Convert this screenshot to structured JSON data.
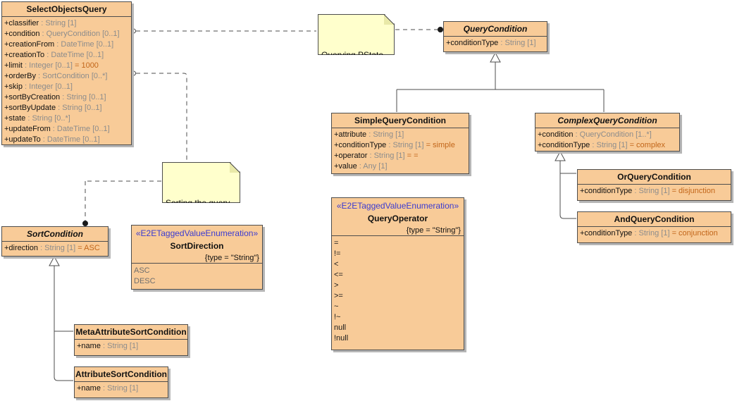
{
  "colors": {
    "class_fill": "#F8CB98",
    "note_fill": "#FFFFCC",
    "border": "#4D4D4D",
    "type_text": "#8C8C8C",
    "default_value_text": "#C2661A",
    "stereotype_text": "#3B3BD1"
  },
  "classes": [
    {
      "name": "SelectObjectsQuery",
      "abstract": false,
      "attributes": [
        {
          "n": "+classifier",
          "t": " : String [1]",
          "d": ""
        },
        {
          "n": "+condition",
          "t": " : QueryCondition [0..1]",
          "d": ""
        },
        {
          "n": "+creationFrom",
          "t": " : DateTime [0..1]",
          "d": ""
        },
        {
          "n": "+creationTo",
          "t": " : DateTime [0..1]",
          "d": ""
        },
        {
          "n": "+limit",
          "t": " : Integer [0..1]",
          "d": " = 1000"
        },
        {
          "n": "+orderBy",
          "t": " : SortCondition [0..*]",
          "d": ""
        },
        {
          "n": "+skip",
          "t": " : Integer [0..1]",
          "d": ""
        },
        {
          "n": "+sortByCreation",
          "t": " : String [0..1]",
          "d": ""
        },
        {
          "n": "+sortByUpdate",
          "t": " : String [0..1]",
          "d": ""
        },
        {
          "n": "+state",
          "t": " : String [0..*]",
          "d": ""
        },
        {
          "n": "+updateFrom",
          "t": " : DateTime [0..1]",
          "d": ""
        },
        {
          "n": "+updateTo",
          "t": " : DateTime [0..1]",
          "d": ""
        }
      ]
    },
    {
      "name": "QueryCondition",
      "abstract": true,
      "attributes": [
        {
          "n": "+conditionType",
          "t": " : String [1]",
          "d": ""
        }
      ]
    },
    {
      "name": "SimpleQueryCondition",
      "abstract": false,
      "attributes": [
        {
          "n": "+attribute",
          "t": " : String [1]",
          "d": ""
        },
        {
          "n": "+conditionType",
          "t": " : String [1]",
          "d": " = simple"
        },
        {
          "n": "+operator",
          "t": " : String [1]",
          "d": " = ="
        },
        {
          "n": "+value",
          "t": " : Any [1]",
          "d": ""
        }
      ]
    },
    {
      "name": "ComplexQueryCondition",
      "abstract": true,
      "attributes": [
        {
          "n": "+condition",
          "t": " : QueryCondition [1..*]",
          "d": ""
        },
        {
          "n": "+conditionType",
          "t": " : String [1]",
          "d": " = complex"
        }
      ]
    },
    {
      "name": "OrQueryCondition",
      "abstract": false,
      "attributes": [
        {
          "n": "+conditionType",
          "t": " : String [1]",
          "d": " = disjunction"
        }
      ]
    },
    {
      "name": "AndQueryCondition",
      "abstract": false,
      "attributes": [
        {
          "n": "+conditionType",
          "t": " : String [1]",
          "d": " = conjunction"
        }
      ]
    },
    {
      "name": "SortCondition",
      "abstract": true,
      "attributes": [
        {
          "n": "+direction",
          "t": " : String [1]",
          "d": " = ASC"
        }
      ]
    },
    {
      "name": "MetaAttributeSortCondition",
      "abstract": false,
      "attributes": [
        {
          "n": "+name",
          "t": " : String [1]",
          "d": ""
        }
      ]
    },
    {
      "name": "AttributeSortCondition",
      "abstract": false,
      "attributes": [
        {
          "n": "+name",
          "t": " : String [1]",
          "d": ""
        }
      ]
    }
  ],
  "enums": [
    {
      "stereotype": "«E2ETaggedValueEnumeration»",
      "name": "SortDirection",
      "tag": "{type = \"String\"}",
      "values": [
        "ASC",
        "DESC"
      ]
    },
    {
      "stereotype": "«E2ETaggedValueEnumeration»",
      "name": "QueryOperator",
      "tag": "{type = \"String\"}",
      "values": [
        "=",
        "!=",
        "<",
        "<=",
        ">",
        ">=",
        "~",
        "!~",
        "null",
        "!null"
      ]
    }
  ],
  "notes": [
    {
      "text": "Querying PState\nObjects"
    },
    {
      "text": "Sorting the query\nresults"
    }
  ]
}
